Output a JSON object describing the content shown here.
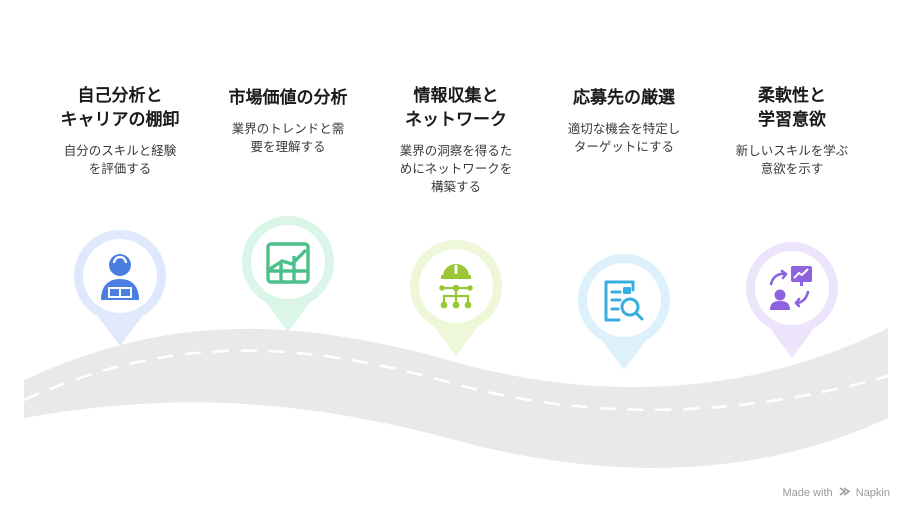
{
  "steps": [
    {
      "title": "自己分析と\nキャリアの棚卸",
      "description": "自分のスキルと経験\nを評価する",
      "icon": "worker-icon",
      "color": "#4a7fe0",
      "ring": "#e0e9fb"
    },
    {
      "title": "市場価値の分析",
      "description": "業界のトレンドと需\n要を理解する",
      "icon": "growth-chart-icon",
      "color": "#4cc08a",
      "ring": "#dcf5e9"
    },
    {
      "title": "情報収集と\nネットワーク",
      "description": "業界の洞察を得るた\nめにネットワークを\n構築する",
      "icon": "hardhat-network-icon",
      "color": "#9ac735",
      "ring": "#eef8d8"
    },
    {
      "title": "応募先の厳選",
      "description": "適切な機会を特定し\nターゲットにする",
      "icon": "document-search-icon",
      "color": "#38aee0",
      "ring": "#dcf1fb"
    },
    {
      "title": "柔軟性と\n学習意欲",
      "description": "新しいスキルを学ぶ\n意欲を示す",
      "icon": "learning-presentation-icon",
      "color": "#8d63df",
      "ring": "#ece4fb"
    }
  ],
  "footer": {
    "made_with": "Made with",
    "brand": "Napkin"
  }
}
